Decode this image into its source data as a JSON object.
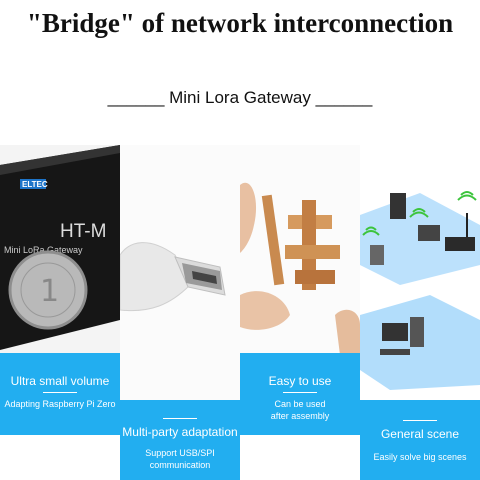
{
  "header": {
    "title": "\"Bridge\" of network interconnection",
    "subtitle": "______ Mini Lora Gateway ______"
  },
  "panels": [
    {
      "photo": "HT-M",
      "device_text": "Mini LoRa Gateway",
      "brand": "ELTEC",
      "title": "Ultra small volume",
      "desc": "Adapting Raspberry Pi Zero"
    },
    {
      "photo": "usb-connector",
      "title": "Multi-party adaptation",
      "desc_lines": [
        "Support USB/SPI",
        "communication"
      ]
    },
    {
      "photo": "wooden-puzzle",
      "title": "Easy to use",
      "desc_lines": [
        "Can be used",
        "after assembly"
      ]
    },
    {
      "photo": "network-diagram",
      "title": "General scene",
      "desc": "Easily solve big scenes"
    }
  ],
  "colors": {
    "accent": "#22aef0"
  }
}
